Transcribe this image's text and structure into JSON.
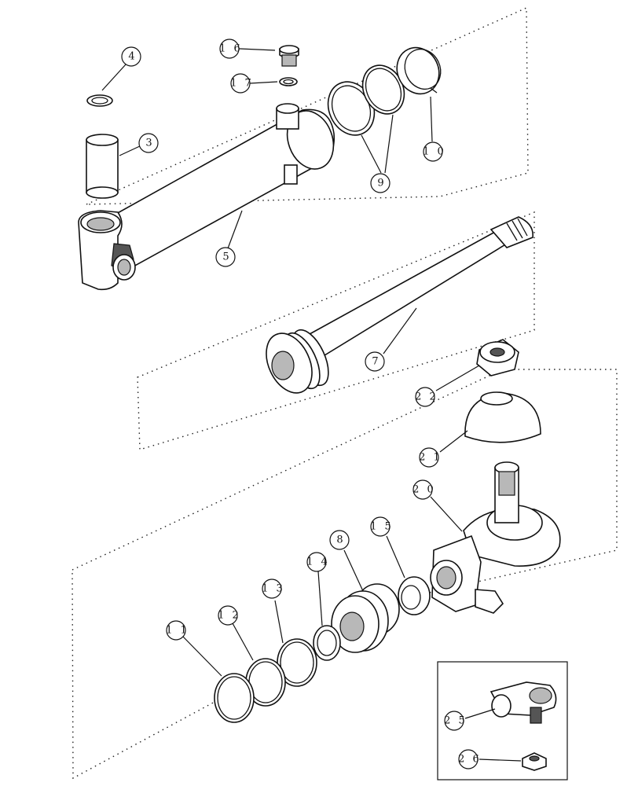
{
  "callouts": [
    {
      "id": "c4",
      "text": "4"
    },
    {
      "id": "c16",
      "text": "1 6"
    },
    {
      "id": "c17",
      "text": "1 7"
    },
    {
      "id": "c3",
      "text": "3"
    },
    {
      "id": "c5",
      "text": "5"
    },
    {
      "id": "c9",
      "text": "9"
    },
    {
      "id": "c10",
      "text": "1 0"
    },
    {
      "id": "c7",
      "text": "7"
    },
    {
      "id": "c22",
      "text": "2 2"
    },
    {
      "id": "c21",
      "text": "2 1"
    },
    {
      "id": "c20",
      "text": "2 0"
    },
    {
      "id": "c8",
      "text": "8"
    },
    {
      "id": "c15",
      "text": "1 5"
    },
    {
      "id": "c14",
      "text": "1 4"
    },
    {
      "id": "c13",
      "text": "1 3"
    },
    {
      "id": "c12",
      "text": "1 2"
    },
    {
      "id": "c11",
      "text": "1 1"
    },
    {
      "id": "c25",
      "text": "2 5"
    },
    {
      "id": "c26",
      "text": "2 6"
    }
  ]
}
